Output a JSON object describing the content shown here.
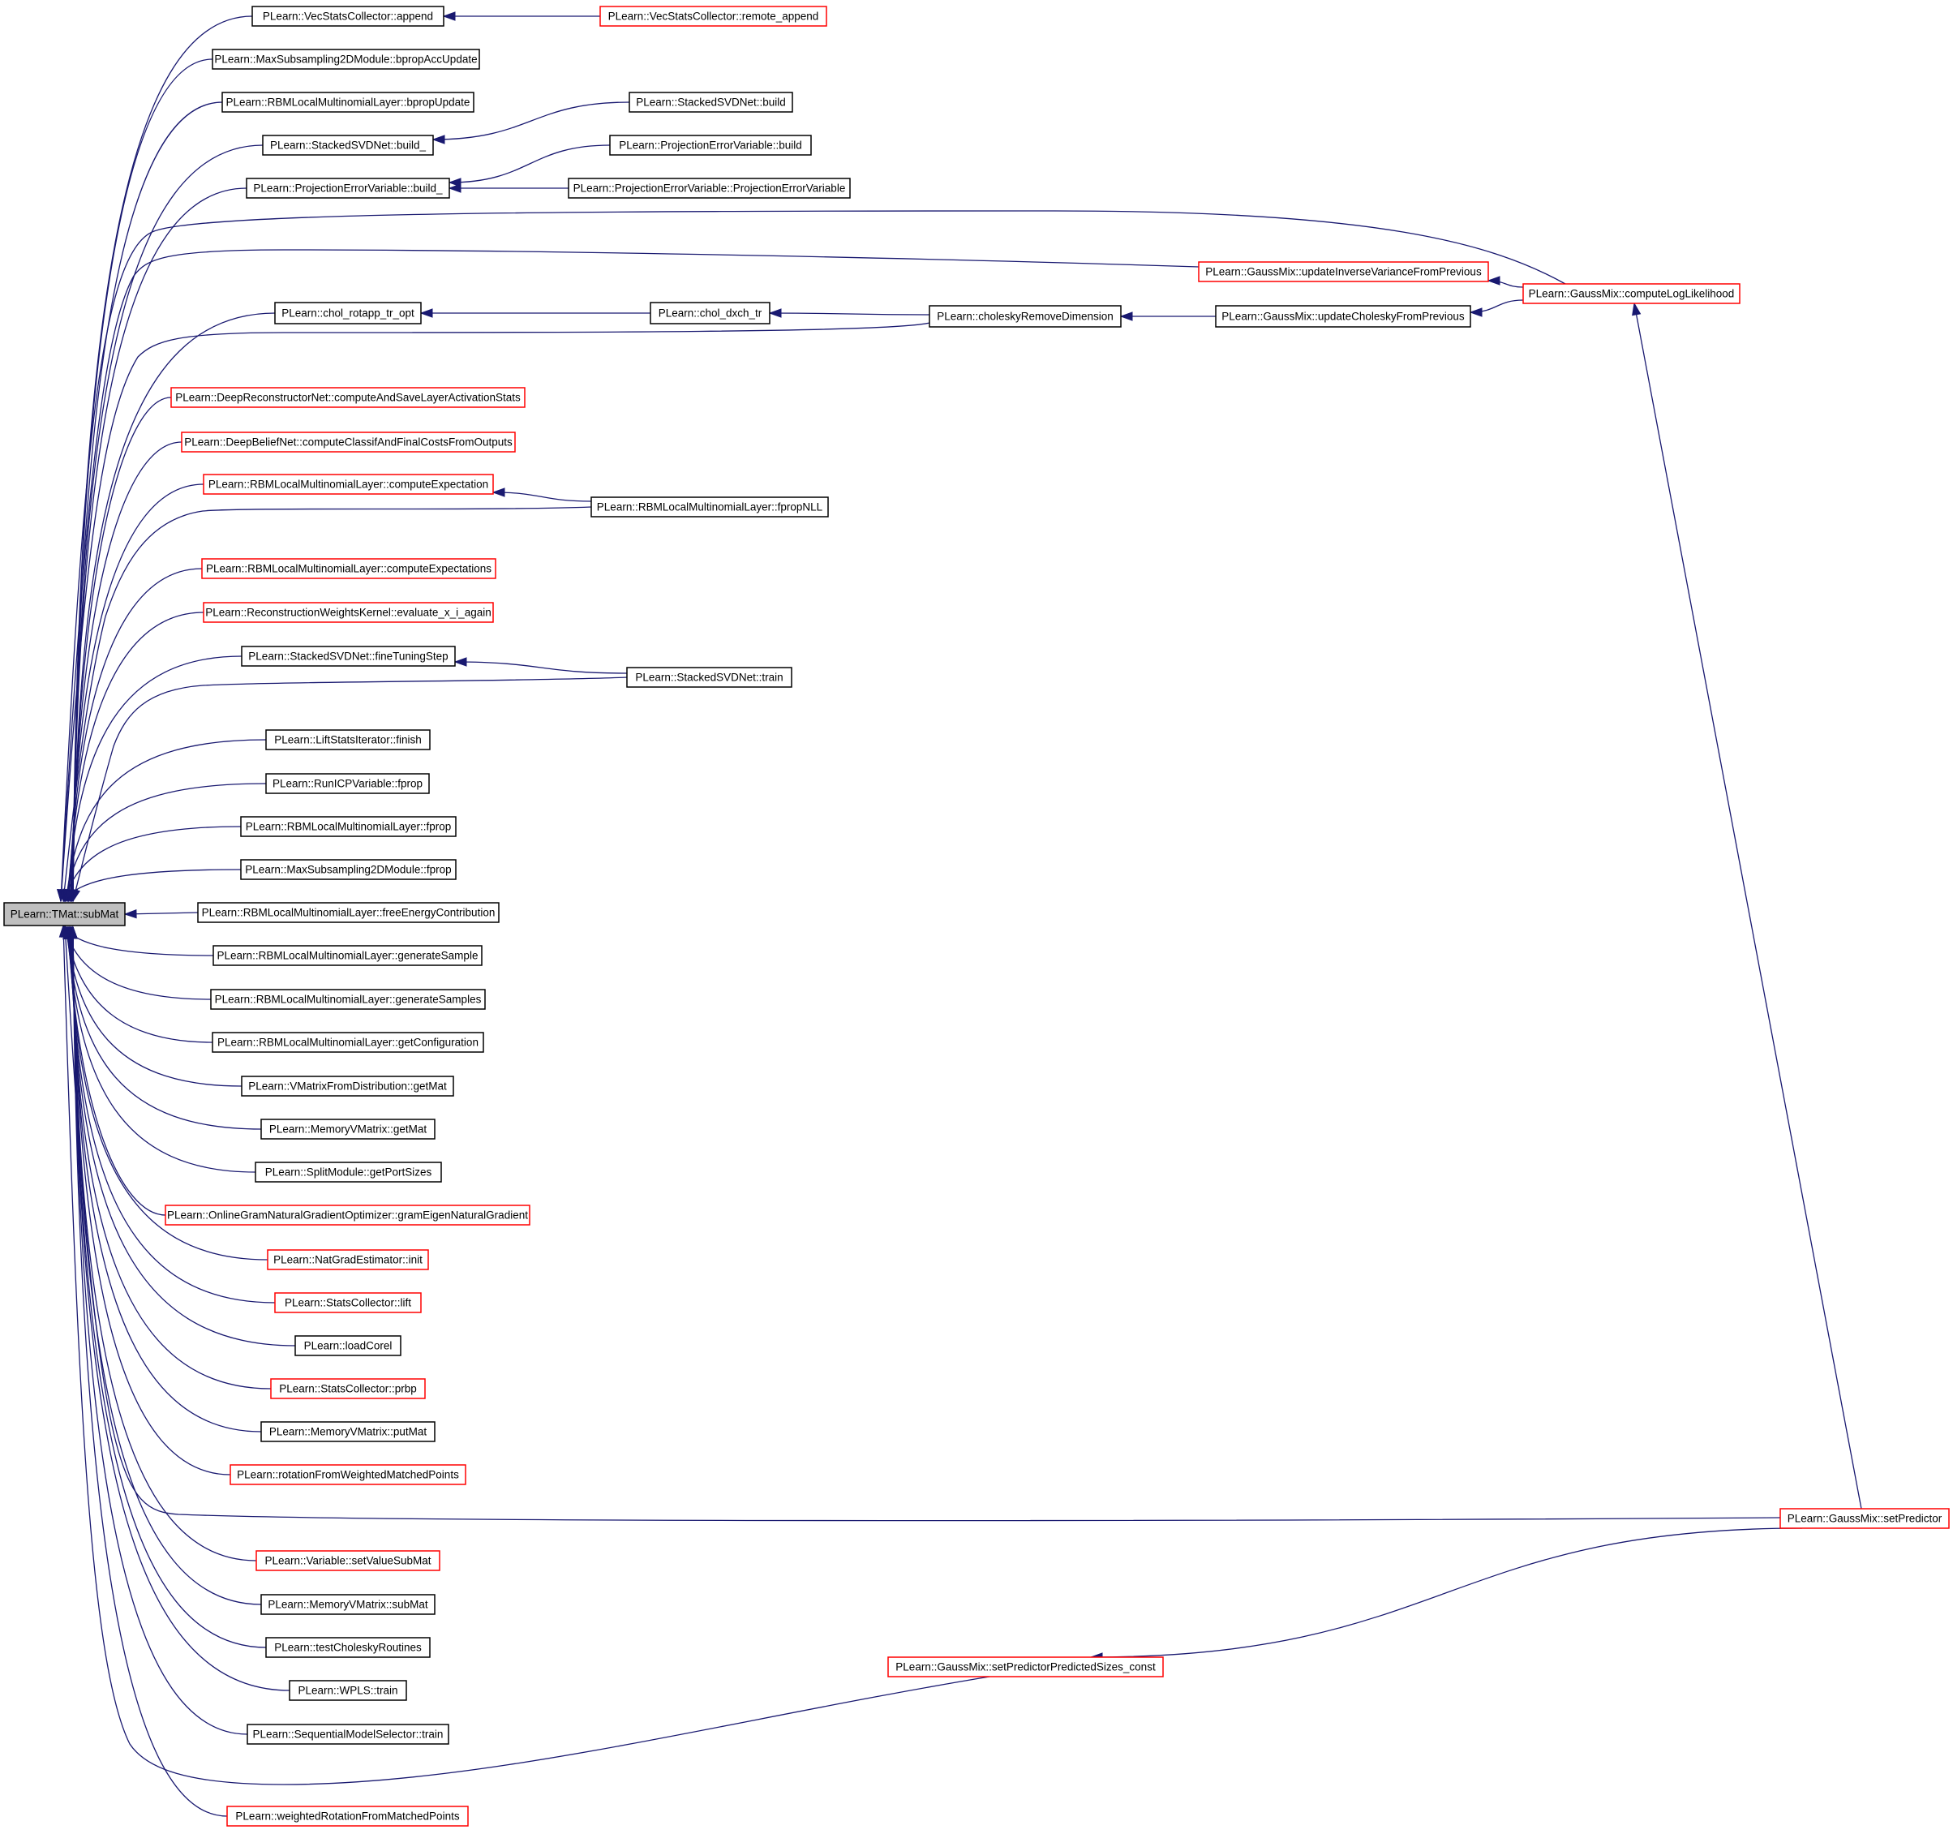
{
  "graph": {
    "type": "caller-graph",
    "nodes": [
      {
        "id": "root",
        "label": "PLearn::TMat::subMat",
        "style": "root"
      },
      {
        "id": "vsc_append",
        "label": "PLearn::VecStatsCollector::append",
        "style": "normal"
      },
      {
        "id": "vsc_remote",
        "label": "PLearn::VecStatsCollector::remote_append",
        "style": "truncated"
      },
      {
        "id": "msub_bprop",
        "label": "PLearn::MaxSubsampling2DModule::bpropAccUpdate",
        "style": "normal"
      },
      {
        "id": "rbm_bprop",
        "label": "PLearn::RBMLocalMultinomialLayer::bpropUpdate",
        "style": "normal"
      },
      {
        "id": "ssvd_build_",
        "label": "PLearn::StackedSVDNet::build_",
        "style": "normal"
      },
      {
        "id": "ssvd_build",
        "label": "PLearn::StackedSVDNet::build",
        "style": "normal"
      },
      {
        "id": "pev_build_",
        "label": "PLearn::ProjectionErrorVariable::build_",
        "style": "normal"
      },
      {
        "id": "pev_build",
        "label": "PLearn::ProjectionErrorVariable::build",
        "style": "normal"
      },
      {
        "id": "pev_ctor",
        "label": "PLearn::ProjectionErrorVariable::ProjectionErrorVariable",
        "style": "normal"
      },
      {
        "id": "gm_uivfp",
        "label": "PLearn::GaussMix::updateInverseVarianceFromPrevious",
        "style": "truncated"
      },
      {
        "id": "gm_cll",
        "label": "PLearn::GaussMix::computeLogLikelihood",
        "style": "truncated"
      },
      {
        "id": "chol_rot",
        "label": "PLearn::chol_rotapp_tr_opt",
        "style": "normal"
      },
      {
        "id": "chol_dxch",
        "label": "PLearn::chol_dxch_tr",
        "style": "normal"
      },
      {
        "id": "chol_rmdim",
        "label": "PLearn::choleskyRemoveDimension",
        "style": "normal"
      },
      {
        "id": "gm_ucfp",
        "label": "PLearn::GaussMix::updateCholeskyFromPrevious",
        "style": "normal"
      },
      {
        "id": "drn_compute",
        "label": "PLearn::DeepReconstructorNet::computeAndSaveLayerActivationStats",
        "style": "truncated"
      },
      {
        "id": "dbn_compute",
        "label": "PLearn::DeepBeliefNet::computeClassifAndFinalCostsFromOutputs",
        "style": "truncated"
      },
      {
        "id": "rbm_cexp",
        "label": "PLearn::RBMLocalMultinomialLayer::computeExpectation",
        "style": "truncated"
      },
      {
        "id": "rbm_fpropnll",
        "label": "PLearn::RBMLocalMultinomialLayer::fpropNLL",
        "style": "normal"
      },
      {
        "id": "rbm_cexps",
        "label": "PLearn::RBMLocalMultinomialLayer::computeExpectations",
        "style": "truncated"
      },
      {
        "id": "rwk_eval",
        "label": "PLearn::ReconstructionWeightsKernel::evaluate_x_i_again",
        "style": "truncated"
      },
      {
        "id": "ssvd_finetune",
        "label": "PLearn::StackedSVDNet::fineTuningStep",
        "style": "normal"
      },
      {
        "id": "ssvd_train",
        "label": "PLearn::StackedSVDNet::train",
        "style": "normal"
      },
      {
        "id": "lsi_finish",
        "label": "PLearn::LiftStatsIterator::finish",
        "style": "normal"
      },
      {
        "id": "runicp_fprop",
        "label": "PLearn::RunICPVariable::fprop",
        "style": "normal"
      },
      {
        "id": "rbm_fprop",
        "label": "PLearn::RBMLocalMultinomialLayer::fprop",
        "style": "normal"
      },
      {
        "id": "msub_fprop",
        "label": "PLearn::MaxSubsampling2DModule::fprop",
        "style": "normal"
      },
      {
        "id": "rbm_fec",
        "label": "PLearn::RBMLocalMultinomialLayer::freeEnergyContribution",
        "style": "normal"
      },
      {
        "id": "rbm_gensample",
        "label": "PLearn::RBMLocalMultinomialLayer::generateSample",
        "style": "normal"
      },
      {
        "id": "rbm_gensamples",
        "label": "PLearn::RBMLocalMultinomialLayer::generateSamples",
        "style": "normal"
      },
      {
        "id": "rbm_getconf",
        "label": "PLearn::RBMLocalMultinomialLayer::getConfiguration",
        "style": "normal"
      },
      {
        "id": "vmfd_getmat",
        "label": "PLearn::VMatrixFromDistribution::getMat",
        "style": "normal"
      },
      {
        "id": "mvm_getmat",
        "label": "PLearn::MemoryVMatrix::getMat",
        "style": "normal"
      },
      {
        "id": "split_gps",
        "label": "PLearn::SplitModule::getPortSizes",
        "style": "normal"
      },
      {
        "id": "ognat_gram",
        "label": "PLearn::OnlineGramNaturalGradientOptimizer::gramEigenNaturalGradient",
        "style": "truncated"
      },
      {
        "id": "nge_init",
        "label": "PLearn::NatGradEstimator::init",
        "style": "truncated"
      },
      {
        "id": "sc_lift",
        "label": "PLearn::StatsCollector::lift",
        "style": "truncated"
      },
      {
        "id": "loadcorel",
        "label": "PLearn::loadCorel",
        "style": "normal"
      },
      {
        "id": "sc_prbp",
        "label": "PLearn::StatsCollector::prbp",
        "style": "truncated"
      },
      {
        "id": "mvm_putmat",
        "label": "PLearn::MemoryVMatrix::putMat",
        "style": "normal"
      },
      {
        "id": "rotwmp",
        "label": "PLearn::rotationFromWeightedMatchedPoints",
        "style": "truncated"
      },
      {
        "id": "gm_setpred",
        "label": "PLearn::GaussMix::setPredictor",
        "style": "truncated"
      },
      {
        "id": "var_svsm",
        "label": "PLearn::Variable::setValueSubMat",
        "style": "truncated"
      },
      {
        "id": "mvm_submat",
        "label": "PLearn::MemoryVMatrix::subMat",
        "style": "normal"
      },
      {
        "id": "testchol",
        "label": "PLearn::testCholeskyRoutines",
        "style": "normal"
      },
      {
        "id": "wpls_train",
        "label": "PLearn::WPLS::train",
        "style": "normal"
      },
      {
        "id": "gm_sppsc",
        "label": "PLearn::GaussMix::setPredictorPredictedSizes_const",
        "style": "truncated"
      },
      {
        "id": "sms_train",
        "label": "PLearn::SequentialModelSelector::train",
        "style": "normal"
      },
      {
        "id": "wrotwmp",
        "label": "PLearn::weightedRotationFromMatchedPoints",
        "style": "truncated"
      }
    ],
    "edges": [
      [
        "vsc_remote",
        "vsc_append"
      ],
      [
        "ssvd_build",
        "ssvd_build_"
      ],
      [
        "pev_build",
        "pev_build_"
      ],
      [
        "pev_ctor",
        "pev_build_"
      ],
      [
        "gm_cll",
        "gm_uivfp"
      ],
      [
        "gm_cll",
        "gm_ucfp"
      ],
      [
        "gm_ucfp",
        "chol_rmdim"
      ],
      [
        "chol_rmdim",
        "chol_dxch"
      ],
      [
        "chol_dxch",
        "chol_rot"
      ],
      [
        "rbm_fpropnll",
        "rbm_cexp"
      ],
      [
        "ssvd_train",
        "ssvd_finetune"
      ],
      [
        "gm_setpred",
        "gm_cll"
      ],
      [
        "gm_sppsc",
        "gm_setpred"
      ],
      [
        "vsc_append",
        "root"
      ],
      [
        "msub_bprop",
        "root"
      ],
      [
        "rbm_bprop",
        "root"
      ],
      [
        "ssvd_build_",
        "root"
      ],
      [
        "pev_build_",
        "root"
      ],
      [
        "gm_cll",
        "root"
      ],
      [
        "gm_uivfp",
        "root"
      ],
      [
        "chol_rot",
        "root"
      ],
      [
        "chol_rmdim",
        "root"
      ],
      [
        "drn_compute",
        "root"
      ],
      [
        "dbn_compute",
        "root"
      ],
      [
        "rbm_cexp",
        "root"
      ],
      [
        "rbm_fpropnll",
        "root"
      ],
      [
        "rbm_cexps",
        "root"
      ],
      [
        "rwk_eval",
        "root"
      ],
      [
        "ssvd_finetune",
        "root"
      ],
      [
        "ssvd_train",
        "root"
      ],
      [
        "lsi_finish",
        "root"
      ],
      [
        "runicp_fprop",
        "root"
      ],
      [
        "rbm_fprop",
        "root"
      ],
      [
        "msub_fprop",
        "root"
      ],
      [
        "rbm_fec",
        "root"
      ],
      [
        "rbm_gensample",
        "root"
      ],
      [
        "rbm_gensamples",
        "root"
      ],
      [
        "rbm_getconf",
        "root"
      ],
      [
        "vmfd_getmat",
        "root"
      ],
      [
        "mvm_getmat",
        "root"
      ],
      [
        "split_gps",
        "root"
      ],
      [
        "ognat_gram",
        "root"
      ],
      [
        "nge_init",
        "root"
      ],
      [
        "sc_lift",
        "root"
      ],
      [
        "loadcorel",
        "root"
      ],
      [
        "sc_prbp",
        "root"
      ],
      [
        "mvm_putmat",
        "root"
      ],
      [
        "rotwmp",
        "root"
      ],
      [
        "gm_setpred",
        "root"
      ],
      [
        "var_svsm",
        "root"
      ],
      [
        "mvm_submat",
        "root"
      ],
      [
        "testchol",
        "root"
      ],
      [
        "wpls_train",
        "root"
      ],
      [
        "sms_train",
        "root"
      ],
      [
        "gm_sppsc",
        "root"
      ],
      [
        "wrotwmp",
        "root"
      ]
    ],
    "colors": {
      "edge": "#191970",
      "normal_border": "#000000",
      "truncated_border": "#ff0000",
      "root_fill": "#bfbfbf",
      "node_fill": "#ffffff",
      "background": "#ffffff"
    }
  }
}
